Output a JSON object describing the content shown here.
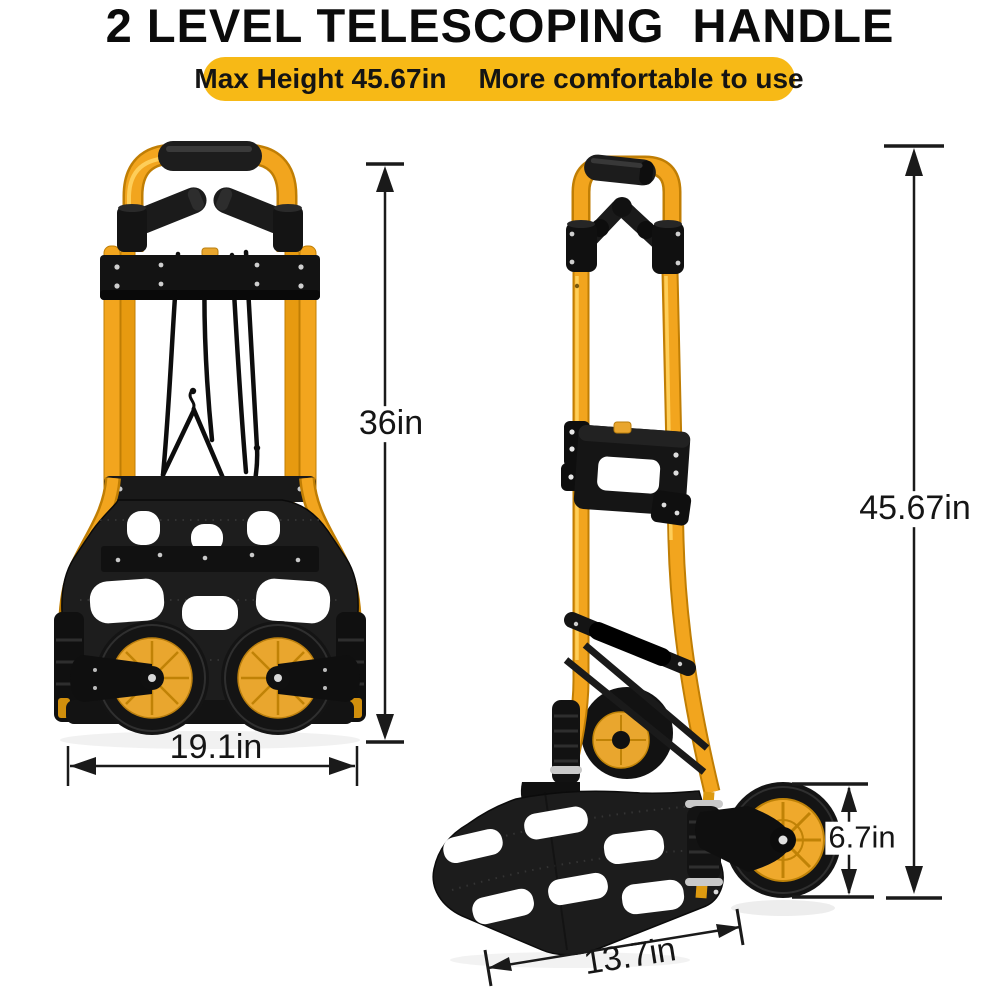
{
  "title": "2 LEVEL TELESCOPING  HANDLE",
  "badge": {
    "max_height": "Max Height 45.67in",
    "comfort": "More comfortable to use",
    "bg_color": "#F7B916",
    "text_color": "#141414"
  },
  "dimensions": {
    "folded_height": "36in",
    "folded_width": "19.1in",
    "extended_height": "45.67in",
    "wheel_height": "6.7in",
    "platform_width": "13.7in"
  },
  "colors": {
    "frame_yellow": "#F2A51E",
    "frame_yellow_dark": "#C07E04",
    "frame_yellow_highlight": "#FFD35F",
    "hub_yellow": "#E9A62E",
    "part_black": "#161616",
    "dimension_line": "#1a1a1a",
    "background": "#ffffff"
  }
}
